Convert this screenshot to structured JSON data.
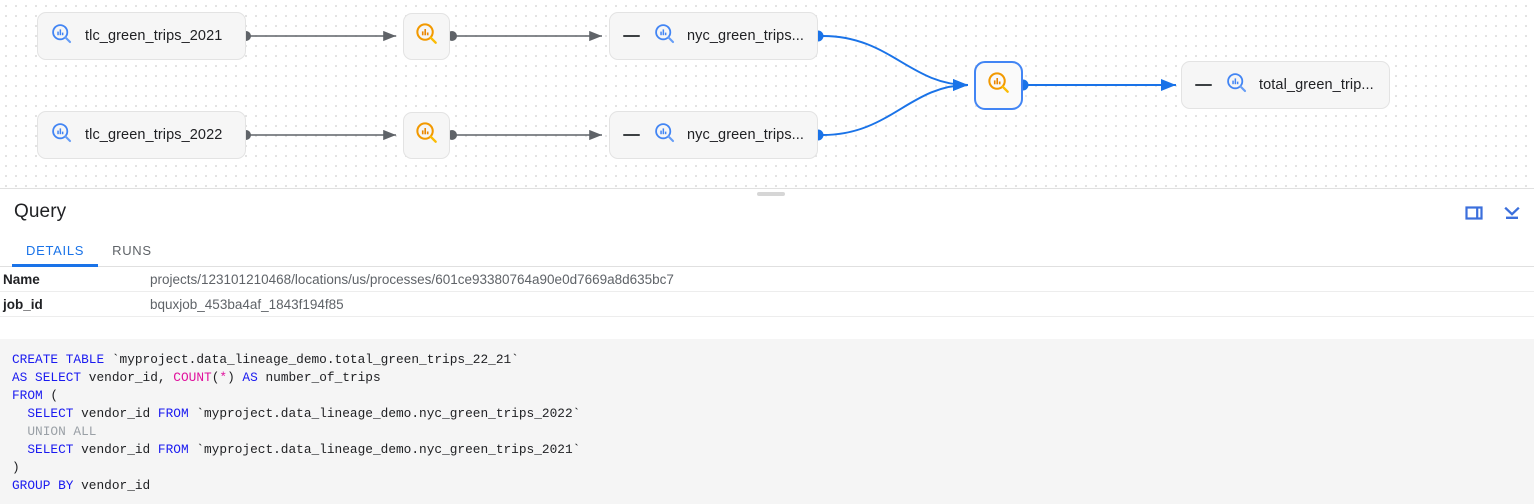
{
  "graph": {
    "nodes": [
      {
        "id": "tlc2021",
        "type": "table",
        "label": "tlc_green_trips_2021",
        "icon": "search-chart-icon-blue",
        "collapsible": false
      },
      {
        "id": "tlc2022",
        "type": "table",
        "label": "tlc_green_trips_2022",
        "icon": "search-chart-icon-blue",
        "collapsible": false
      },
      {
        "id": "proc1",
        "type": "process",
        "label": "",
        "icon": "search-chart-icon-orange",
        "selected": false
      },
      {
        "id": "proc2",
        "type": "process",
        "label": "",
        "icon": "search-chart-icon-orange",
        "selected": false
      },
      {
        "id": "nyc2021",
        "type": "table",
        "label": "nyc_green_trips...",
        "icon": "search-chart-icon-blue",
        "collapsible": true
      },
      {
        "id": "nyc2022",
        "type": "table",
        "label": "nyc_green_trips...",
        "icon": "search-chart-icon-blue",
        "collapsible": true
      },
      {
        "id": "procsel",
        "type": "process",
        "label": "",
        "icon": "search-chart-icon-orange",
        "selected": true
      },
      {
        "id": "total",
        "type": "table",
        "label": "total_green_trip...",
        "icon": "search-chart-icon-blue",
        "collapsible": true
      }
    ],
    "colors": {
      "node_fill": "#f6f6f6",
      "node_border": "#e3e3e3",
      "edge_gray": "#5f6368",
      "edge_blue": "#1a73e8",
      "selected_border": "#4285f4",
      "icon_blue": "#4285f4",
      "icon_orange": "#f29900"
    }
  },
  "panel": {
    "title": "Query",
    "actions": [
      {
        "name": "split-panel-icon",
        "label": "Split panel"
      },
      {
        "name": "collapse-panel-icon",
        "label": "Collapse panel"
      }
    ],
    "tabs": [
      {
        "label": "DETAILS",
        "active": true
      },
      {
        "label": "RUNS",
        "active": false
      }
    ],
    "details": [
      {
        "key": "Name",
        "value": "projects/123101210468/locations/us/processes/601ce93380764a90e0d7669a8d635bc7"
      },
      {
        "key": "job_id",
        "value": "bquxjob_453ba4af_1843f194f85"
      }
    ],
    "sql_lines": [
      [
        {
          "t": "CREATE TABLE ",
          "c": "kw"
        },
        {
          "t": "`myproject.data_lineage_demo.total_green_trips_22_21`",
          "c": "pl"
        }
      ],
      [
        {
          "t": "AS SELECT ",
          "c": "kw"
        },
        {
          "t": "vendor_id, ",
          "c": "pl"
        },
        {
          "t": "COUNT",
          "c": "fn"
        },
        {
          "t": "(",
          "c": "pl"
        },
        {
          "t": "*",
          "c": "fn"
        },
        {
          "t": ") ",
          "c": "pl"
        },
        {
          "t": "AS ",
          "c": "kw"
        },
        {
          "t": "number_of_trips",
          "c": "pl"
        }
      ],
      [
        {
          "t": "FROM ",
          "c": "kw"
        },
        {
          "t": "(",
          "c": "pl"
        }
      ],
      [
        {
          "t": "  SELECT ",
          "c": "kw"
        },
        {
          "t": "vendor_id ",
          "c": "pl"
        },
        {
          "t": "FROM ",
          "c": "kw"
        },
        {
          "t": "`myproject.data_lineage_demo.nyc_green_trips_2022`",
          "c": "pl"
        }
      ],
      [
        {
          "t": "  UNION ALL",
          "c": "com"
        }
      ],
      [
        {
          "t": "  SELECT ",
          "c": "kw"
        },
        {
          "t": "vendor_id ",
          "c": "pl"
        },
        {
          "t": "FROM ",
          "c": "kw"
        },
        {
          "t": "`myproject.data_lineage_demo.nyc_green_trips_2021`",
          "c": "pl"
        }
      ],
      [
        {
          "t": ")",
          "c": "pl"
        }
      ],
      [
        {
          "t": "GROUP BY ",
          "c": "kw"
        },
        {
          "t": "vendor_id",
          "c": "pl"
        }
      ]
    ]
  }
}
